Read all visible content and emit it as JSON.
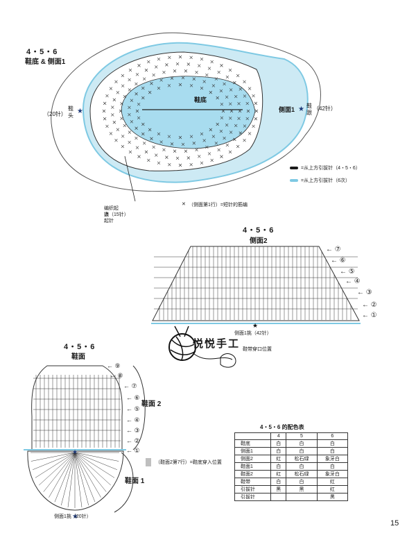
{
  "colors": {
    "blue": "#7ec9e3",
    "navy": "#1e3a7a",
    "line": "#2a2a2a"
  },
  "diagram1": {
    "size": "4・5・6",
    "title": "鞋底 & 侧面1",
    "sole_label": "鞋底",
    "side1_label": "侧面1",
    "left_count": "（20针）",
    "toe_label": "鞋\n头",
    "heel_label": "鞋\n跟",
    "heel_count": "（42针）",
    "start_label": "编织起\n点",
    "start_count": "锁（15针）\n起针",
    "legend_black": "=从上方引拔针（4・5・6）",
    "legend_blue": "=从上方引拔针（6次）",
    "short_stitch_note": "（侧面第1行）=短针的筋编"
  },
  "diagram2": {
    "size": "4・5・6",
    "title": "侧面2",
    "rows": [
      "⑦",
      "⑥",
      "⑤",
      "④",
      "③",
      "②",
      "①"
    ],
    "bottom_label": "侧面1挑（42针）",
    "watermark": "悦悦手工",
    "lace_label": "鞋带穿口位置"
  },
  "diagram3": {
    "size": "4・5・6",
    "title": "鞋面",
    "rows": [
      "⑨",
      "⑧",
      "⑦",
      "⑥",
      "⑤",
      "④",
      "③",
      "②",
      "①"
    ],
    "side2_label": "鞋面 2",
    "side1_label": "鞋面 1",
    "bottom_label": "侧面1挑（20针）",
    "note": "（鞋面2第7行）=鞋底穿入位置"
  },
  "color_table": {
    "title": "4・5・6 的配色表",
    "headers": [
      "",
      "4",
      "5",
      "6"
    ],
    "rows": [
      [
        "鞋底",
        "白",
        "白",
        "白"
      ],
      [
        "侧面1",
        "白",
        "白",
        "白"
      ],
      [
        "侧面2",
        "红",
        "松石绿",
        "象牙白"
      ],
      [
        "鞋面1",
        "白",
        "白",
        "白"
      ],
      [
        "鞋面2",
        "红",
        "松石绿",
        "象牙白"
      ],
      [
        "鞋带",
        "白",
        "白",
        "红"
      ],
      [
        "引拔针",
        "黑",
        "黑",
        "红"
      ],
      [
        "引拔针",
        "",
        "",
        "黑"
      ]
    ]
  },
  "page_number": "15"
}
